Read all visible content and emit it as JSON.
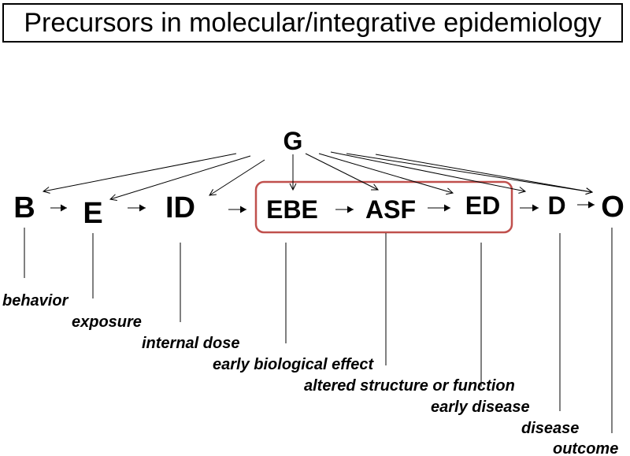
{
  "title": "Precursors in molecular/integrative epidemiology",
  "nodes": {
    "G": "G",
    "B": "B",
    "E": "E",
    "ID": "ID",
    "EBE": "EBE",
    "ASF": "ASF",
    "ED": "ED",
    "D": "D",
    "O": "O"
  },
  "labels": {
    "behavior": "behavior",
    "exposure": "exposure",
    "internal_dose": "internal dose",
    "early_biological_effect": "early biological effect",
    "altered_structure": "altered structure or function",
    "early_disease": "early disease",
    "disease": "disease",
    "outcome": "outcome"
  },
  "colors": {
    "highlight_box": "#c0504d",
    "line": "#000000"
  }
}
